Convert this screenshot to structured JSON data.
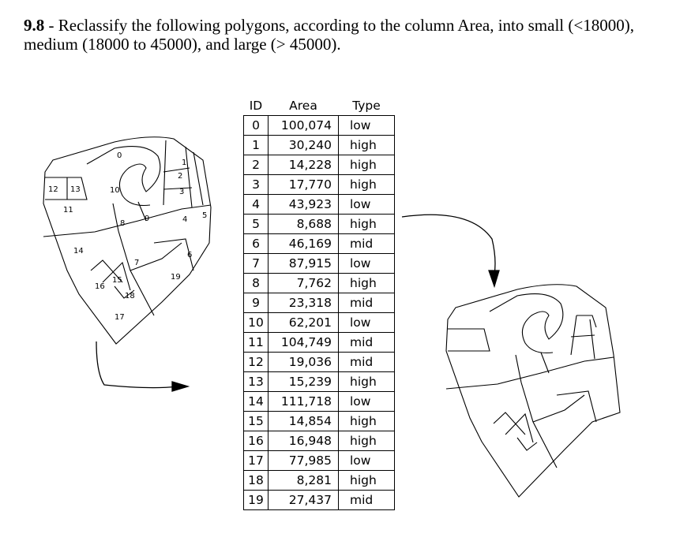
{
  "question": {
    "number": "9.8",
    "separator": " - ",
    "text": "Reclassify the following polygons, according to the column Area, into small (<18000), medium (18000 to 45000), and large (> 45000)."
  },
  "table": {
    "headers": [
      "ID",
      "Area",
      "Type"
    ],
    "rows": [
      {
        "id": "0",
        "area": "100,074",
        "type": "low"
      },
      {
        "id": "1",
        "area": "30,240",
        "type": "high"
      },
      {
        "id": "2",
        "area": "14,228",
        "type": "high"
      },
      {
        "id": "3",
        "area": "17,770",
        "type": "high"
      },
      {
        "id": "4",
        "area": "43,923",
        "type": "low"
      },
      {
        "id": "5",
        "area": "8,688",
        "type": "high"
      },
      {
        "id": "6",
        "area": "46,169",
        "type": "mid"
      },
      {
        "id": "7",
        "area": "87,915",
        "type": "low"
      },
      {
        "id": "8",
        "area": "7,762",
        "type": "high"
      },
      {
        "id": "9",
        "area": "23,318",
        "type": "mid"
      },
      {
        "id": "10",
        "area": "62,201",
        "type": "low"
      },
      {
        "id": "11",
        "area": "104,749",
        "type": "mid"
      },
      {
        "id": "12",
        "area": "19,036",
        "type": "mid"
      },
      {
        "id": "13",
        "area": "15,239",
        "type": "high"
      },
      {
        "id": "14",
        "area": "111,718",
        "type": "low"
      },
      {
        "id": "15",
        "area": "14,854",
        "type": "high"
      },
      {
        "id": "16",
        "area": "16,948",
        "type": "high"
      },
      {
        "id": "17",
        "area": "77,985",
        "type": "low"
      },
      {
        "id": "18",
        "area": "8,281",
        "type": "high"
      },
      {
        "id": "19",
        "area": "27,437",
        "type": "mid"
      }
    ]
  },
  "left_map": {
    "labels": {
      "p0": "0",
      "p1": "1",
      "p2": "2",
      "p3": "3",
      "p4": "4",
      "p5": "5",
      "p6": "6",
      "p7": "7",
      "p8": "8",
      "p9": "9",
      "p10": "10",
      "p11": "11",
      "p12": "12",
      "p13": "13",
      "p14": "14",
      "p15": "15",
      "p16": "16",
      "p17": "17",
      "p18": "18",
      "p19": "19"
    }
  }
}
